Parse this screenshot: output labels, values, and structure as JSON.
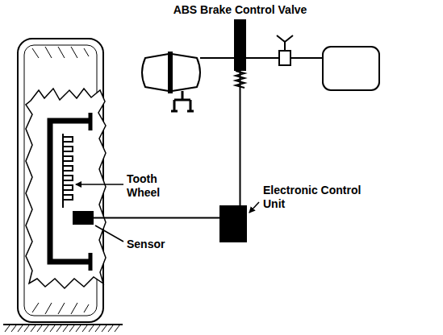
{
  "diagram": {
    "nodes": [
      {
        "text": [
          "ABS Brake Control Valve"
        ]
      },
      {
        "text": [
          "Electronic Control Unit"
        ]
      },
      {
        "text": [
          "Sensor"
        ]
      }
    ],
    "edges": [
      {
        "from": 0,
        "to": 1,
        "arrow": "none"
      },
      {
        "from": 2,
        "to": 1,
        "arrow": "none"
      }
    ],
    "labels": [
      "Tooth Wheel"
    ]
  }
}
